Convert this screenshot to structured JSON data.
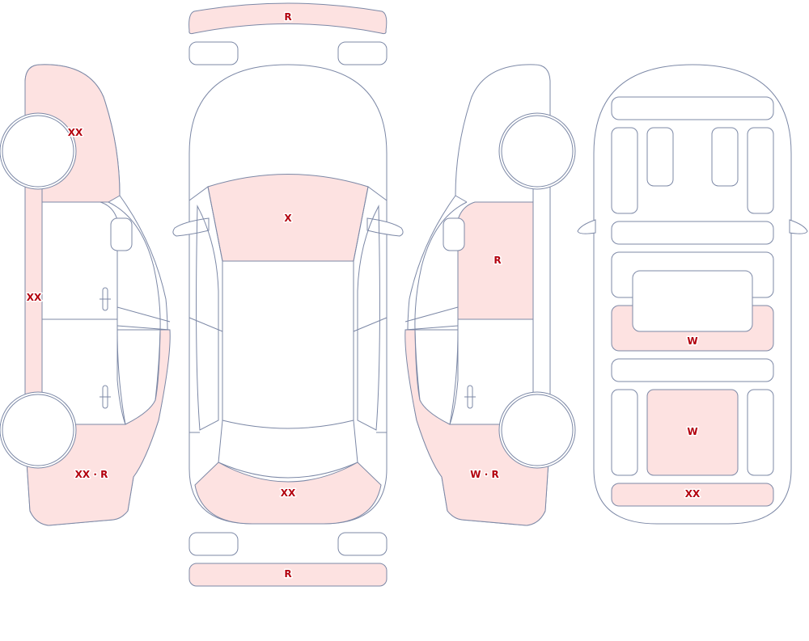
{
  "colors": {
    "outline": "#7c88a6",
    "damage_fill": "#fde2e1",
    "label_text": "#b3000e",
    "background": "#ffffff"
  },
  "labels": {
    "front_bumper": "R",
    "rear_bumper": "R",
    "hood": "X",
    "front_body": "XX",
    "left_front_fender": "XX",
    "left_rocker": "XX",
    "left_rear_quarter": "XX · R",
    "right_front_door": "R",
    "right_rear_quarter": "W · R",
    "rear_seat_back": "W",
    "cargo_floor": "W",
    "rear_sill": "XX"
  }
}
